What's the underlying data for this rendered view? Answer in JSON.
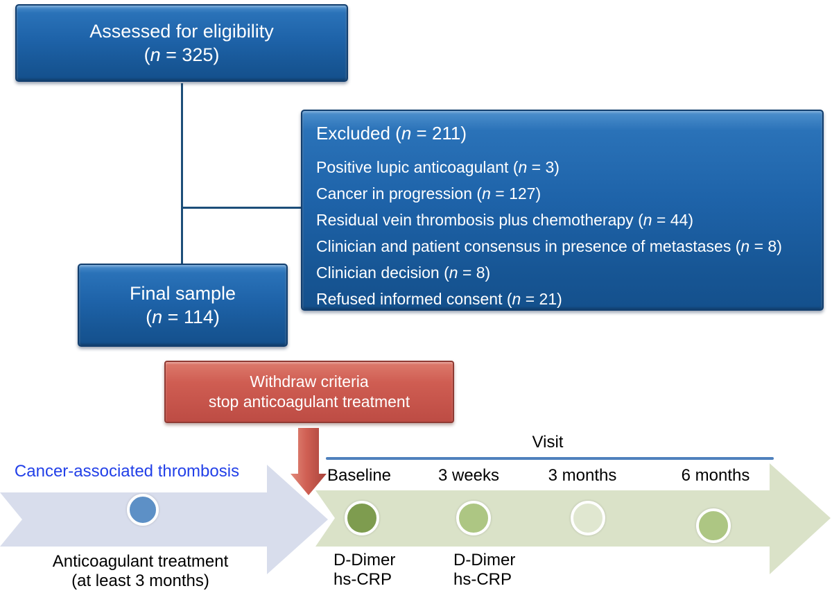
{
  "palette": {
    "blue_box": "#1e63a9",
    "blue_box_border": "#123e6e",
    "connector_line": "#1c4e79",
    "red_box": "#c0504d",
    "red_box_border": "#8f3a33",
    "red_arrow": "#cf5f53",
    "lavender_arrow": "#d8ddec",
    "green_arrow": "#dae2c8",
    "visit_line": "#4f81bd",
    "cat_title_blue": "#2240e8",
    "dot_blue": "#5d90c6",
    "dot_dark_green": "#7e9c4f",
    "dot_light_green": "#adc683",
    "dot_pale_green": "#e0e7d0",
    "box_text": "#ffffff"
  },
  "flow": {
    "assessed": {
      "label": "Assessed for eligibility",
      "count": {
        "pre": "(",
        "n": "n",
        "post": " = 325)"
      }
    },
    "excluded": {
      "title": {
        "pre": "Excluded (",
        "n": "n",
        "post": " = 211)"
      },
      "items": [
        {
          "pre": "Positive lupic anticoagulant (",
          "n": "n",
          "post": " = 3)"
        },
        {
          "pre": "Cancer in progression (",
          "n": "n",
          "post": " = 127)"
        },
        {
          "pre": "Residual vein thrombosis plus chemotherapy (",
          "n": "n",
          "post": " = 44)"
        },
        {
          "pre": "Clinician and patient consensus in presence of metastases (",
          "n": "n",
          "post": " = 8)"
        },
        {
          "pre": "Clinician decision (",
          "n": "n",
          "post": " = 8)"
        },
        {
          "pre": "Refused informed consent (",
          "n": "n",
          "post": " = 21)"
        }
      ]
    },
    "final": {
      "label": "Final sample",
      "count": {
        "pre": "(",
        "n": "n",
        "post": " = 114)"
      }
    },
    "withdraw": {
      "line1": "Withdraw criteria",
      "line2": "stop anticoagulant treatment"
    }
  },
  "timeline": {
    "left_arrow": {
      "title": "Cancer-associated thrombosis",
      "caption_line1": "Anticoagulant treatment",
      "caption_line2": "(at least 3 months)"
    },
    "visit": {
      "header": "Visit",
      "labels": [
        "Baseline",
        "3 weeks",
        "3 months",
        "6 months"
      ]
    },
    "measurements": [
      {
        "line1": "D-Dimer",
        "line2": "hs-CRP"
      },
      {
        "line1": "D-Dimer",
        "line2": "hs-CRP"
      }
    ]
  }
}
